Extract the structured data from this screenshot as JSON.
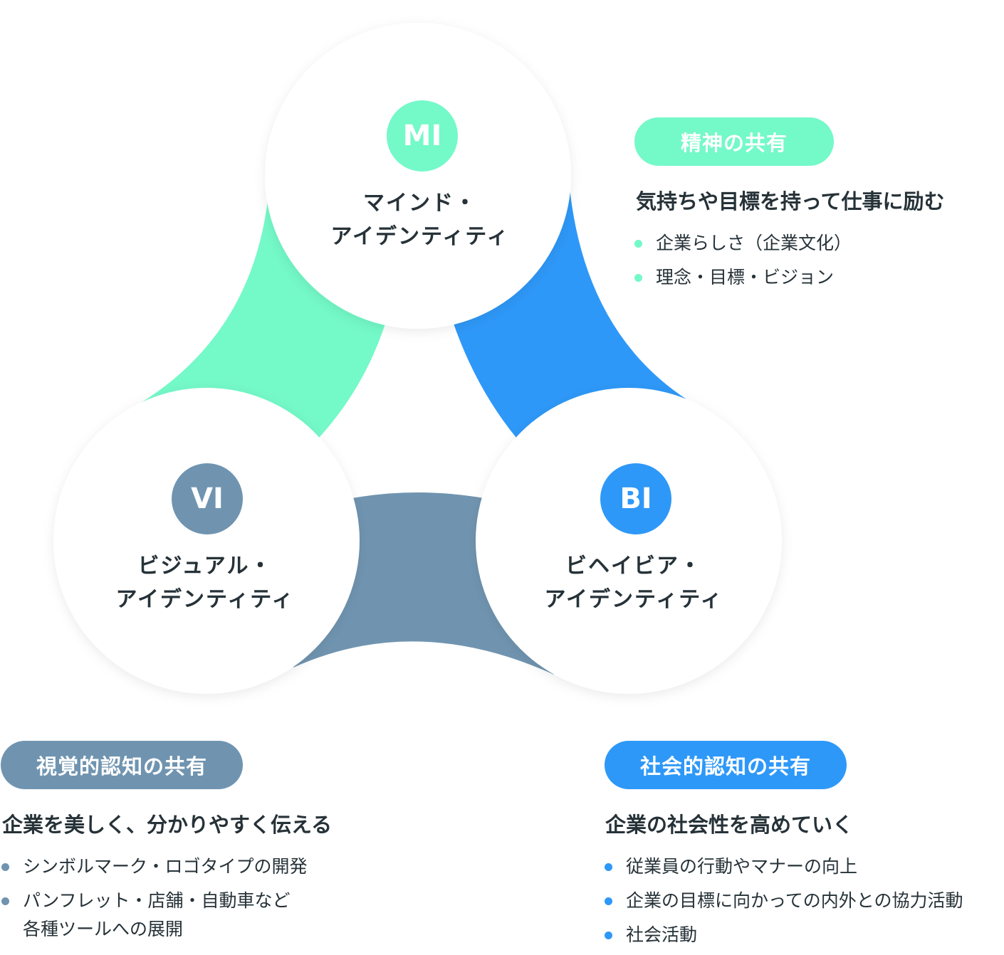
{
  "colors": {
    "mi": "#74f9c8",
    "bi": "#2e98f8",
    "vi": "#7094b0",
    "text": "#263238"
  },
  "circles": {
    "mi": {
      "badge": "MI",
      "title_line1": "マインド・",
      "title_line2": "アイデンティティ"
    },
    "vi": {
      "badge": "VI",
      "title_line1": "ビジュアル・",
      "title_line2": "アイデンティティ"
    },
    "bi": {
      "badge": "BI",
      "title_line1": "ビヘイビア・",
      "title_line2": "アイデンティティ"
    }
  },
  "panels": {
    "mi": {
      "pill": "精神の共有",
      "heading": "気持ちや目標を持って仕事に励む",
      "items": [
        "企業らしさ（企業文化）",
        "理念・目標・ビジョン"
      ]
    },
    "vi": {
      "pill": "視覚的認知の共有",
      "heading": "企業を美しく、分かりやすく伝える",
      "items": [
        "シンボルマーク・ロゴタイプの開発",
        "パンフレット・店舗・自動車など",
        "各種ツールへの展開"
      ]
    },
    "bi": {
      "pill": "社会的認知の共有",
      "heading": "企業の社会性を高めていく",
      "items": [
        "従業員の行動やマナーの向上",
        "企業の目標に向かっての内外との協力活動",
        "社会活動"
      ]
    }
  }
}
